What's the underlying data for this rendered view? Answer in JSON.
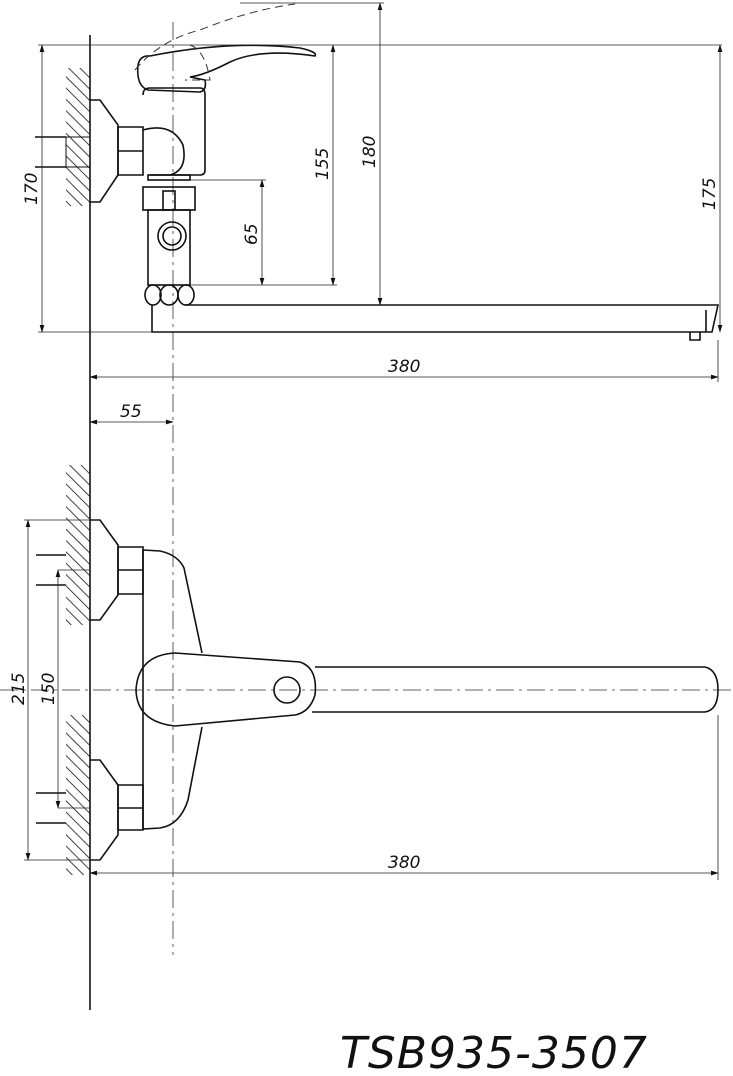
{
  "drawing": {
    "model": "TSB935-3507",
    "side_view": {
      "dimensions": {
        "height_total": "170",
        "outlet_height": "65",
        "handle_height": "155",
        "handle_raised_height": "180",
        "spout_height": "175",
        "spout_reach": "380",
        "wall_offset": "55"
      }
    },
    "front_view": {
      "dimensions": {
        "flange_span": "215",
        "inlet_spacing": "150",
        "spout_reach": "380"
      }
    }
  }
}
